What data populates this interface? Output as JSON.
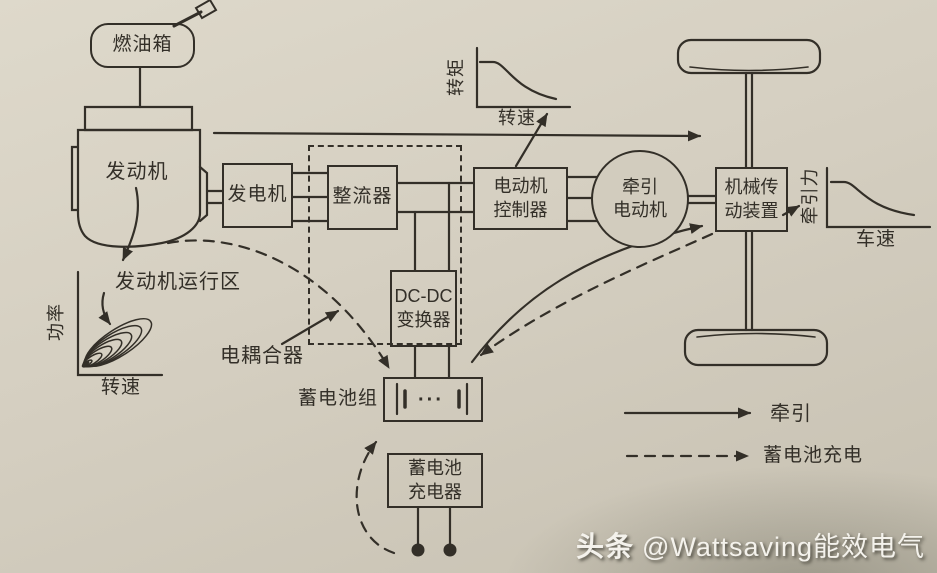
{
  "colors": {
    "ink": "#332f28",
    "paper_top": "#ded9cb",
    "paper_bottom": "#c7c1b2",
    "watermark_text": "#f4f2ec"
  },
  "blocks": {
    "fuel_tank": "燃油箱",
    "engine": "发动机",
    "generator": "发电机",
    "rectifier": "整流器",
    "dcdc_1": "DC-DC",
    "dcdc_2": "变换器",
    "controller_1": "电动机",
    "controller_2": "控制器",
    "motor_1": "牵引",
    "motor_2": "电动机",
    "transmission_1": "机械传",
    "transmission_2": "动装置",
    "battery_pack": "蓄电池组",
    "battery_cells_ellipsis": "···",
    "charger_1": "蓄电池",
    "charger_2": "充电器",
    "coupler": "电耦合器",
    "engine_region": "发动机运行区"
  },
  "charts": {
    "motor_torque": {
      "type": "line",
      "ylabel": "转矩",
      "xlabel": "转速",
      "shape": "flat then hyperbolic decay"
    },
    "engine_map": {
      "type": "contour",
      "ylabel": "功率",
      "xlabel": "转速",
      "annotation": "发动机运行区"
    },
    "vehicle_traction": {
      "type": "line",
      "ylabel": "牵引力",
      "xlabel": "车速",
      "shape": "flat then hyperbolic decay"
    }
  },
  "legend": {
    "solid_arrow": "牵引",
    "dashed_arrow": "蓄电池充电"
  },
  "watermark": {
    "brand": "头条",
    "account": "@Wattsaving能效电气"
  }
}
